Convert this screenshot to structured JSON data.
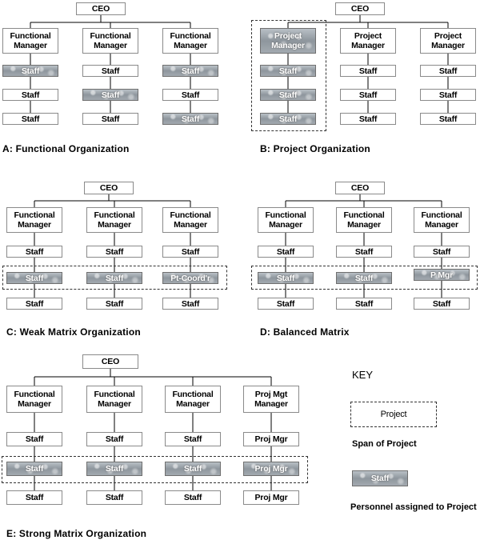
{
  "labels": {
    "ceo": "CEO",
    "functional_manager": "Functional\nManager",
    "staff": "Staff",
    "project_manager": "Project\nManager",
    "pt_coordr": "Pt-Coord'r",
    "p_mgr": "P Mgr",
    "proj_mgt_manager": "Proj Mgt\nManager",
    "proj_mgr": "Proj Mgr"
  },
  "captions": {
    "a": "A: Functional Organization",
    "b": "B: Project Organization",
    "c": "C: Weak Matrix Organization",
    "d": "D: Balanced Matrix",
    "e": "E: Strong Matrix Organization"
  },
  "key": {
    "title": "KEY",
    "project_box": "Project",
    "span_label": "Span of Project",
    "staff_sample": "Staff",
    "personnel_label": "Personnel assigned to Project"
  },
  "colors": {
    "line": "#000000",
    "box_border": "#8a8a8a",
    "shaded_fill": "#a3aab0"
  }
}
